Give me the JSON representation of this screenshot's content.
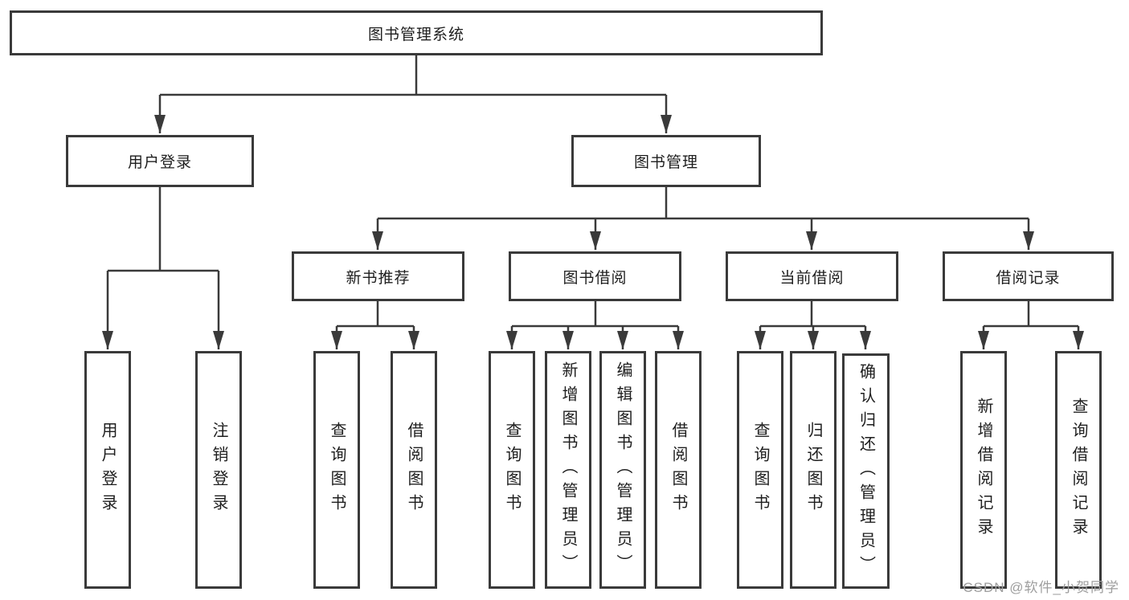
{
  "diagram": {
    "type": "tree",
    "title": "图书管理系统",
    "tree": {
      "root": {
        "label": "图书管理系统",
        "children": [
          {
            "label": "用户登录",
            "children": [
              {
                "label": "用户登录"
              },
              {
                "label": "注销登录"
              }
            ]
          },
          {
            "label": "图书管理",
            "children": [
              {
                "label": "新书推荐",
                "children": [
                  {
                    "label": "查询图书"
                  },
                  {
                    "label": "借阅图书"
                  }
                ]
              },
              {
                "label": "图书借阅",
                "children": [
                  {
                    "label": "查询图书"
                  },
                  {
                    "label": "新增图书（管理员）"
                  },
                  {
                    "label": "编辑图书（管理员）"
                  },
                  {
                    "label": "借阅图书"
                  }
                ]
              },
              {
                "label": "当前借阅",
                "children": [
                  {
                    "label": "查询图书"
                  },
                  {
                    "label": "归还图书"
                  },
                  {
                    "label": "确认归还（管理员）"
                  }
                ]
              },
              {
                "label": "借阅记录",
                "children": [
                  {
                    "label": "新增借阅记录"
                  },
                  {
                    "label": "查询借阅记录"
                  }
                ]
              }
            ]
          }
        ]
      }
    }
  },
  "watermark": {
    "text": "CSDN @软件_小贺同学"
  },
  "colors": {
    "line": "#3a3a3a",
    "box-border": "#3a3a3a",
    "text": "#1e1e1e",
    "watermark": "#9e9e9e",
    "bg": "#ffffff"
  }
}
